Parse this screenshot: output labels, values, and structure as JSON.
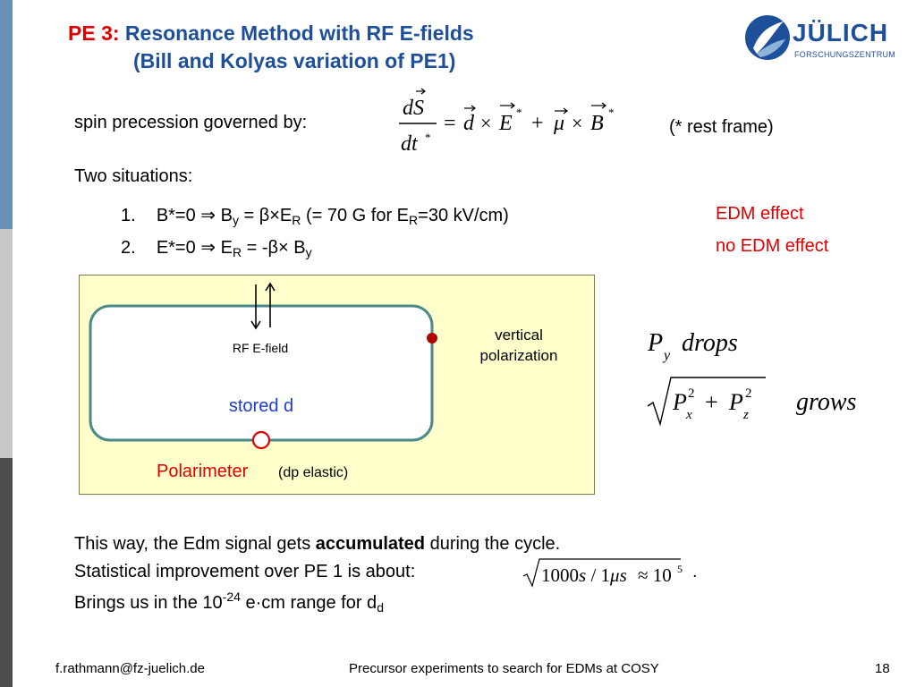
{
  "slide": {
    "title_prefix": "PE 3:",
    "title_main": "Resonance Method with RF E-fields",
    "title_line2": "(Bill and Kolyas variation of PE1)",
    "logo_word": "JÜLICH",
    "logo_sub": "FORSCHUNGSZENTRUM",
    "spin_text": "spin precession governed by:",
    "rest_frame": "(* rest frame)",
    "two_situations": "Two situations:",
    "item1": {
      "num": "1.",
      "text": "B*=0  ⇒  B",
      "sub1": "y",
      "mid": " = β×E",
      "sub2": "R",
      "paren": " (= 70 G for E",
      "sub3": "R",
      "tail": "=30 kV/cm)",
      "effect": "EDM effect"
    },
    "item2": {
      "num": "2.",
      "text": "E*=0  ⇒  E",
      "sub1": "R",
      "mid": " = -β× B",
      "sub2": "y",
      "effect": "no EDM effect"
    },
    "diagram": {
      "rf_label": "RF E-field",
      "stored": "stored d",
      "vertical_1": "vertical",
      "vertical_2": "polarization",
      "polarimeter": "Polarimeter",
      "polarimeter_note": "(dp elastic)"
    },
    "formulas": {
      "drops": "drops",
      "grows": "grows"
    },
    "body": {
      "line1_a": "This way, the Edm signal gets ",
      "line1_b": "accumulated",
      "line1_c": " during the cycle.",
      "line2": "Statistical improvement over PE 1 is about:",
      "line2_dot": ".",
      "line3_a": "Brings us in the 10",
      "line3_sup": "-24",
      "line3_b": " e·cm range for d",
      "line3_sub": "d"
    },
    "footer": {
      "email": "f.rathmann@fz-juelich.de",
      "center": "Precursor experiments to search for EDMs at COSY",
      "page": "18"
    }
  },
  "colors": {
    "title_blue": "#1d4f9a",
    "red": "#e00000",
    "box_fill": "#ffffcc",
    "ring": "#4a8a8a",
    "dark_red_dot": "#b00000"
  }
}
